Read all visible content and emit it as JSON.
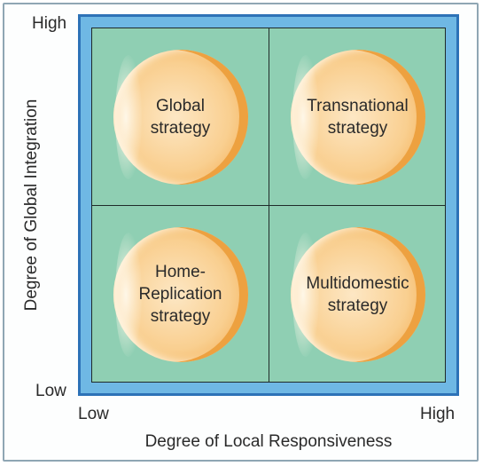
{
  "diagram": {
    "y_axis": {
      "title": "Degree of Global Integration",
      "high_label": "High",
      "low_label": "Low"
    },
    "x_axis": {
      "title": "Degree of Local Responsiveness",
      "low_label": "Low",
      "high_label": "High"
    },
    "quadrants": {
      "top_left": "Global\nstrategy",
      "top_right": "Transnational\nstrategy",
      "bottom_left": "Home-\nReplication\nstrategy",
      "bottom_right": "Multidomestic\nstrategy"
    },
    "colors": {
      "frame_border": "#2d72b7",
      "frame_fill": "#6fb8e4",
      "grid_fill": "#8fcfb3",
      "circle_fill": "#f9cf90",
      "circle_edge": "#eda140"
    }
  }
}
